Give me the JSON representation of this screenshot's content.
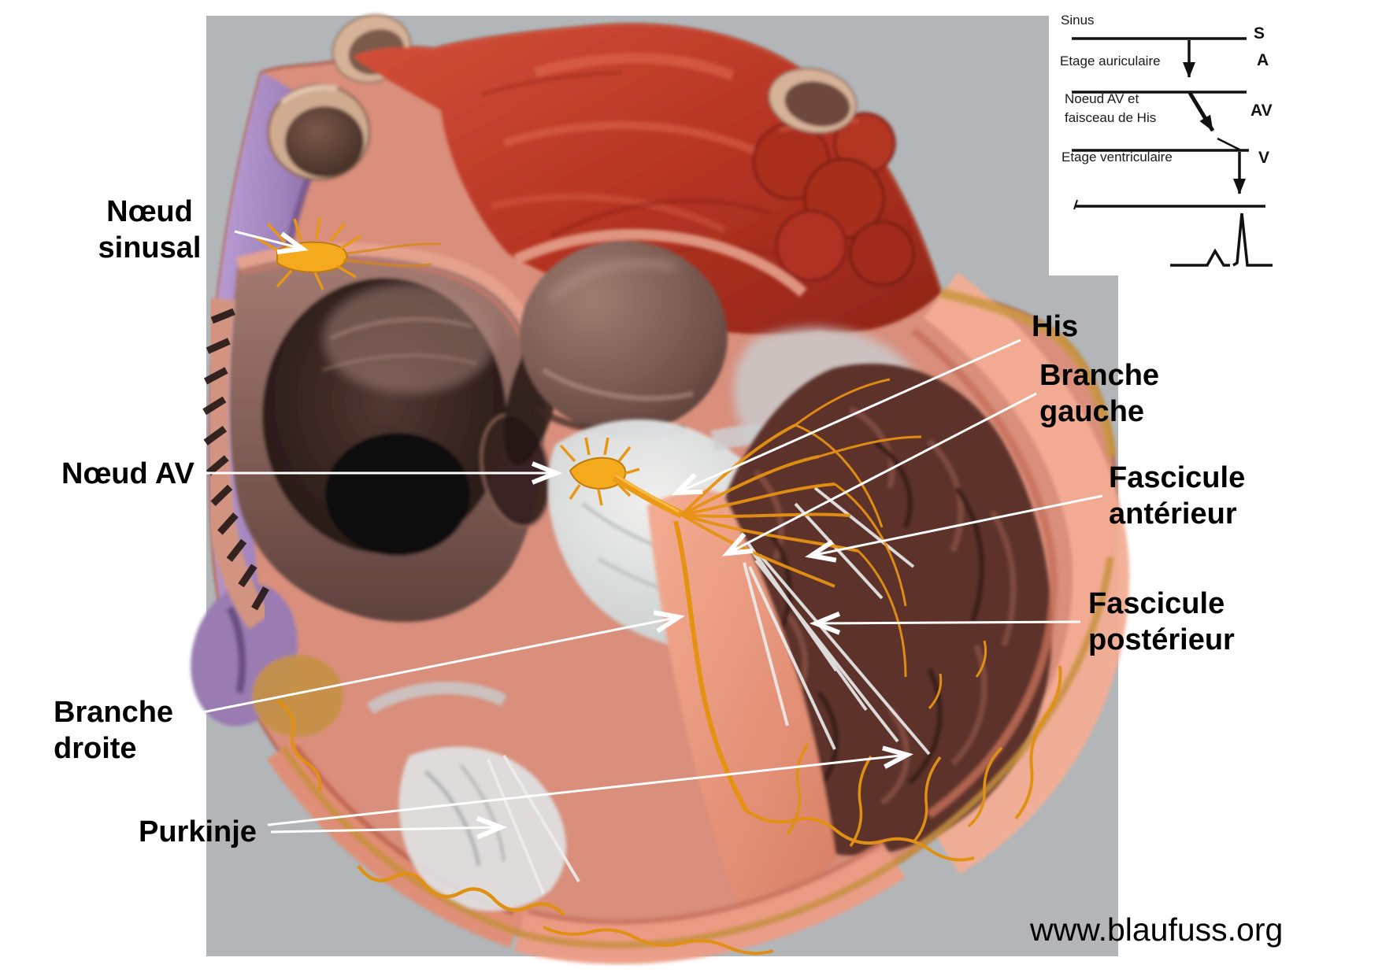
{
  "figure": {
    "type": "anatomical-diagram",
    "subject": "Conduction system of the heart (French labels)",
    "watermark": "www.blaufuss.org"
  },
  "colors": {
    "backdrop_gray": "#b2b6b9",
    "label_text": "#000000",
    "annotation_arrow": "#ffffff",
    "conduction_orange": "#ef9f18",
    "arterial_red": "#bd3a27",
    "vena_cava_purple": "#a183bc",
    "atrium_mauve": "#8a675f",
    "ventricle_salmon": "#ef9e87",
    "inset_background": "#ffffff",
    "inset_ink": "#111111"
  },
  "labels": [
    {
      "id": "noeud-sinusal",
      "lines": [
        "Nœud",
        "sinusal"
      ]
    },
    {
      "id": "noeud-av",
      "lines": [
        "Nœud AV"
      ]
    },
    {
      "id": "his",
      "lines": [
        "His"
      ]
    },
    {
      "id": "branche-gauche",
      "lines": [
        "Branche",
        "gauche"
      ]
    },
    {
      "id": "fascicule-anterieur",
      "lines": [
        "Fascicule",
        "antérieur"
      ]
    },
    {
      "id": "fascicule-posterieur",
      "lines": [
        "Fascicule",
        "postérieur"
      ]
    },
    {
      "id": "branche-droite",
      "lines": [
        "Branche",
        "droite"
      ]
    },
    {
      "id": "purkinje",
      "lines": [
        "Purkinje"
      ]
    }
  ],
  "inset": {
    "rows": [
      {
        "label": "Sinus",
        "label2": "",
        "letter": "S"
      },
      {
        "label": "Etage auriculaire",
        "label2": "",
        "letter": "A"
      },
      {
        "label": "Noeud AV et",
        "label2": "faisceau de His",
        "letter": "AV"
      },
      {
        "label": "Etage ventriculaire",
        "label2": "",
        "letter": "V"
      }
    ],
    "trace": "ECG with P wave and QRS spike"
  }
}
